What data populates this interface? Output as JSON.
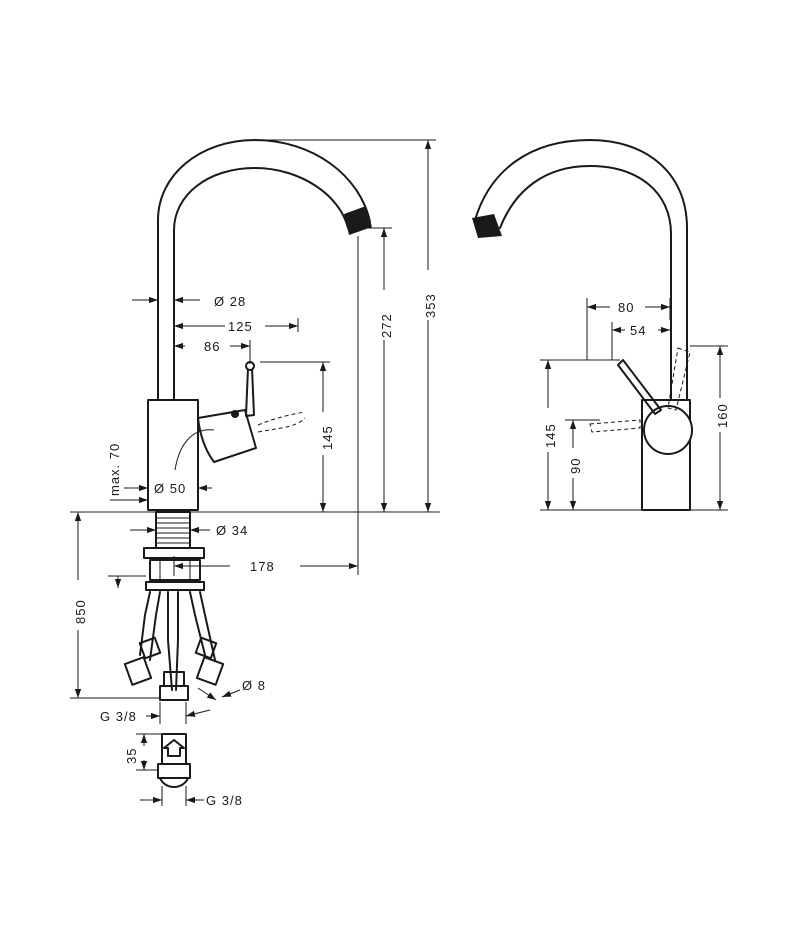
{
  "front": {
    "dia_spout": "Ø 28",
    "reach_125": "125",
    "reach_86": "86",
    "max_70": "max. 70",
    "dia_body": "Ø 50",
    "lever_145": "145",
    "spout_272": "272",
    "height_353": "353",
    "dia_shank": "Ø 34",
    "reach_178": "178",
    "hose_850": "850",
    "dia_hose": "Ø 8",
    "thread_hose": "G 3/8",
    "adapter_35": "35",
    "thread_adapter": "G 3/8"
  },
  "side": {
    "lever_80": "80",
    "lever_54": "54",
    "lever_145": "145",
    "lever_90": "90",
    "lever_160": "160"
  }
}
